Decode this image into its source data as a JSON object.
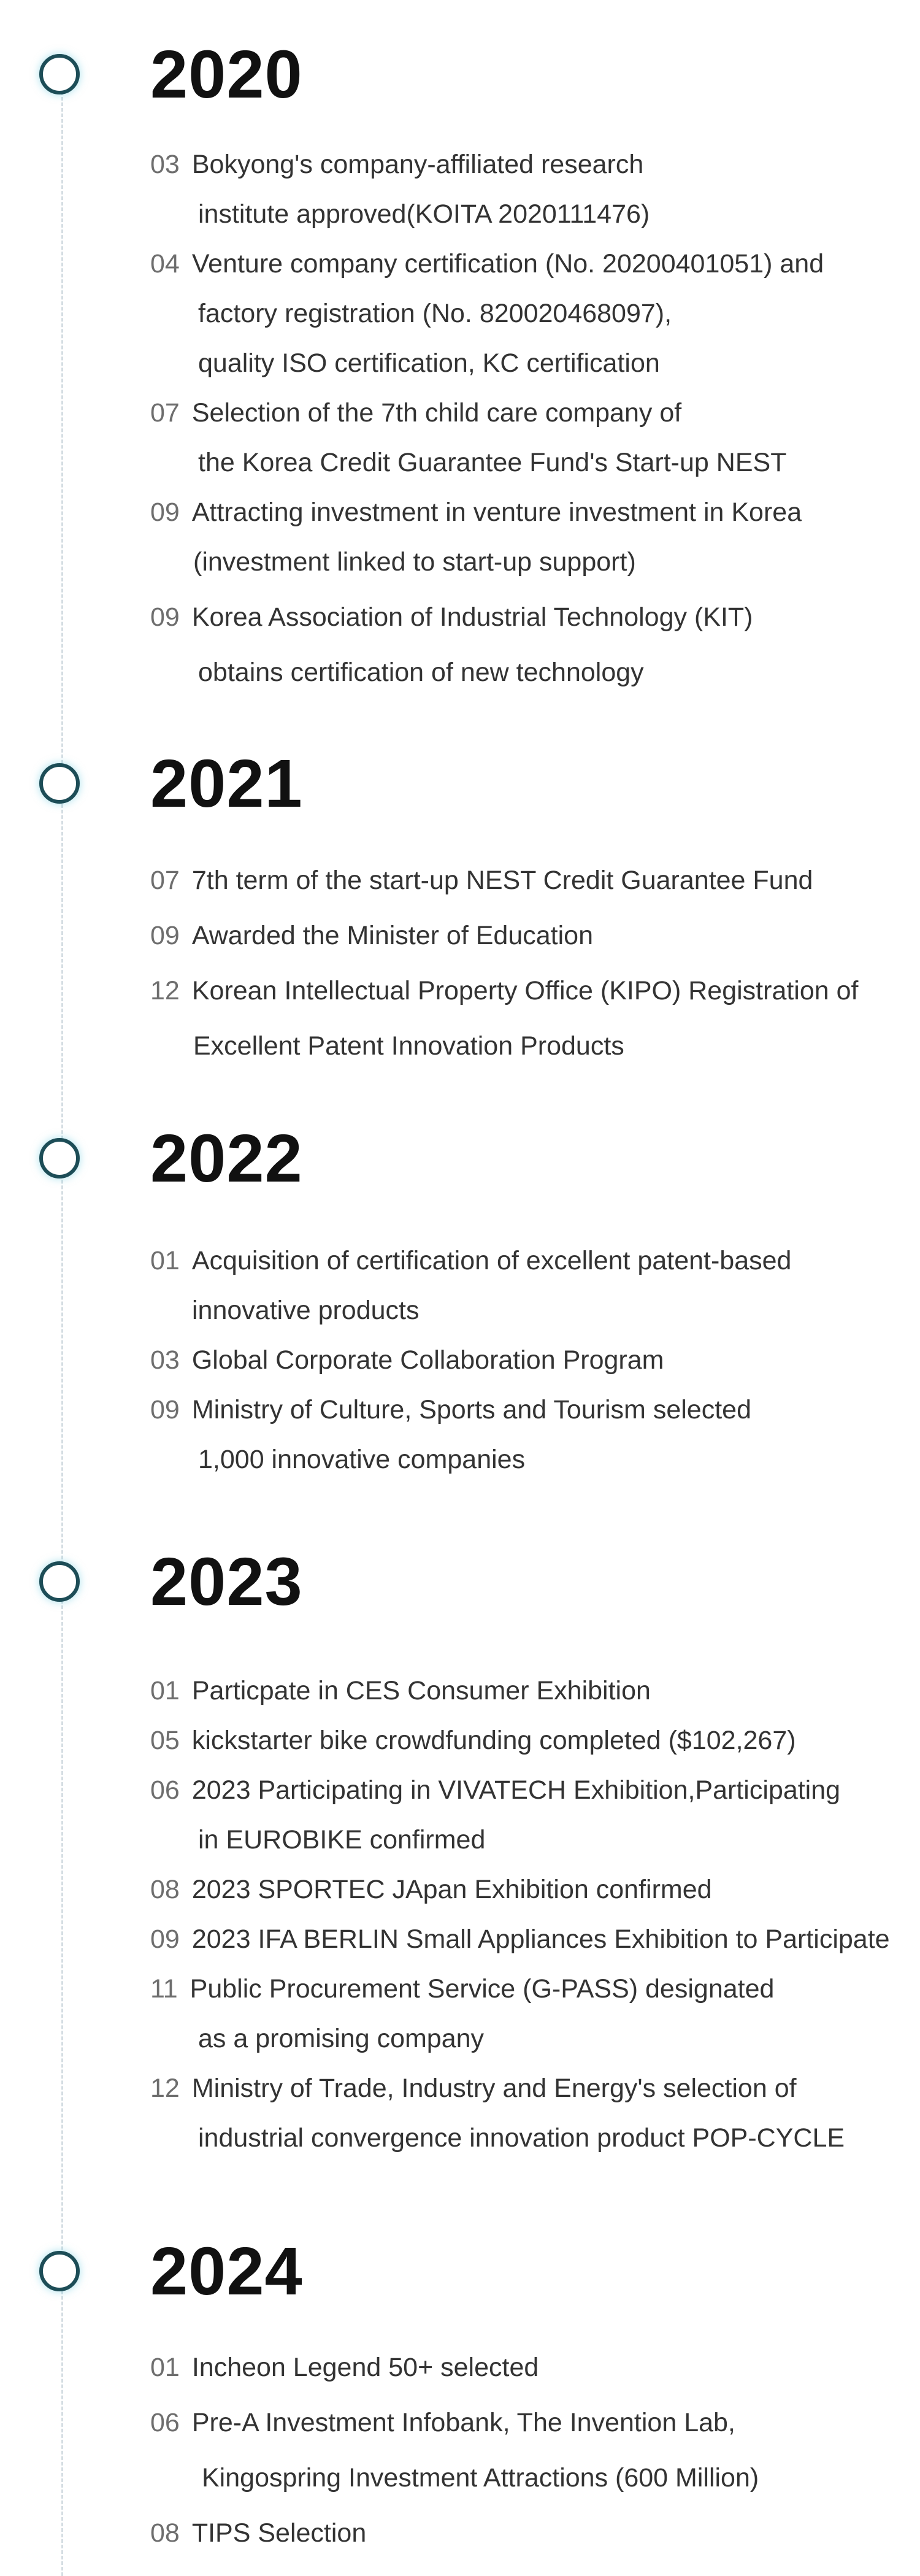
{
  "sections": [
    {
      "year": "2020",
      "items": [
        {
          "month": "03",
          "lines": [
            "Bokyong's company-affiliated research",
            "institute approved(KOITA 2020111476)"
          ]
        },
        {
          "month": "04",
          "lines": [
            "Venture company certification (No. 20200401051) and",
            "factory registration (No. 820020468097),",
            "quality ISO certification, KC certification"
          ]
        },
        {
          "month": "07",
          "lines": [
            "Selection of the 7th child care company of",
            "the Korea Credit Guarantee Fund's Start-up NEST"
          ]
        },
        {
          "month": "09",
          "lines": [
            "Attracting investment in venture investment in Korea",
            "(investment linked to start-up support)"
          ]
        },
        {
          "month": "09",
          "lines": [
            "Korea Association of Industrial Technology (KIT)",
            "obtains certification of new technology"
          ]
        }
      ]
    },
    {
      "year": "2021",
      "items": [
        {
          "month": "07",
          "lines": [
            "7th term of the start-up NEST Credit Guarantee Fund"
          ]
        },
        {
          "month": "09",
          "lines": [
            "Awarded the Minister of Education"
          ]
        },
        {
          "month": "12",
          "lines": [
            "Korean Intellectual Property Office (KIPO) Registration of",
            "Excellent Patent Innovation Products"
          ]
        }
      ]
    },
    {
      "year": "2022",
      "items": [
        {
          "month": "01",
          "lines": [
            "Acquisition of certification of excellent patent-based",
            "innovative products"
          ]
        },
        {
          "month": "03",
          "lines": [
            "Global Corporate Collaboration Program"
          ]
        },
        {
          "month": "09",
          "lines": [
            "Ministry of Culture, Sports and Tourism selected",
            "1,000 innovative companies"
          ]
        }
      ]
    },
    {
      "year": "2023",
      "items": [
        {
          "month": "01",
          "lines": [
            "Particpate in CES Consumer Exhibition"
          ]
        },
        {
          "month": "05",
          "lines": [
            "kickstarter bike crowdfunding completed ($102,267)"
          ]
        },
        {
          "month": "06",
          "lines": [
            "2023 Participating in VIVATECH Exhibition,Participating",
            "in EUROBIKE confirmed"
          ]
        },
        {
          "month": "08",
          "lines": [
            "2023 SPORTEC JApan Exhibition confirmed"
          ]
        },
        {
          "month": "09",
          "lines": [
            "2023 IFA BERLIN Small Appliances Exhibition to Participate"
          ]
        },
        {
          "month": "11",
          "lines": [
            "Public Procurement Service (G-PASS) designated",
            "as a promising company"
          ]
        },
        {
          "month": "12",
          "lines": [
            "Ministry of Trade, Industry and Energy's selection of",
            "industrial convergence innovation product POP-CYCLE"
          ]
        }
      ]
    },
    {
      "year": "2024",
      "items": [
        {
          "month": "01",
          "lines": [
            "Incheon Legend 50+ selected"
          ]
        },
        {
          "month": "06",
          "lines": [
            "Pre-A Investment Infobank, The Invention Lab,",
            "Kingospring Investment Attractions (600 Million)"
          ]
        },
        {
          "month": "08",
          "lines": [
            "TIPS Selection"
          ]
        }
      ]
    }
  ]
}
